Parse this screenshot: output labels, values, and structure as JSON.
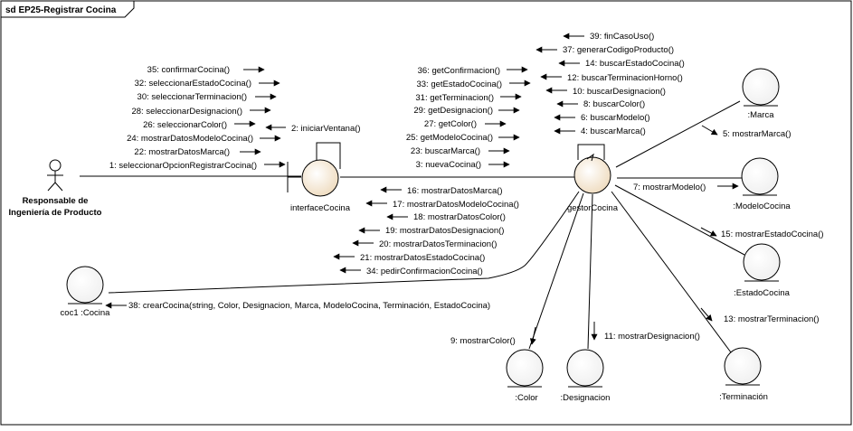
{
  "frame": {
    "title": "sd EP25-Registrar Cocina"
  },
  "actor": {
    "line1": "Responsable de",
    "line2": "Ingeniería de Producto"
  },
  "objects": {
    "interface": "interfaceCocina",
    "gestor": "gestorCocina",
    "coc1": "coc1 :Cocina",
    "marca": ":Marca",
    "modelo": ":ModeloCocina",
    "estado": ":EstadoCocina",
    "terminacion": ":Terminación",
    "designacion": ":Designacion",
    "color": ":Color"
  },
  "messages": {
    "m1": "1: seleccionarOpcionRegistrarCocina()",
    "m2": "2: iniciarVentana()",
    "m3": "3: nuevaCocina()",
    "m4": "4: buscarMarca()",
    "m5": "5: mostrarMarca()",
    "m6": "6: buscarModelo()",
    "m7": "7: mostrarModelo()",
    "m8": "8: buscarColor()",
    "m9": "9: mostrarColor()",
    "m10": "10: buscarDesignacion()",
    "m11": "11: mostrarDesignacion()",
    "m12": "12: buscarTerminacionHorno()",
    "m13": "13: mostrarTerminacion()",
    "m14": "14: buscarEstadoCocina()",
    "m15": "15: mostrarEstadoCocina()",
    "m16": "16: mostrarDatosMarca()",
    "m17": "17: mostrarDatosModeloCocina()",
    "m18": "18: mostrarDatosColor()",
    "m19": "19: mostrarDatosDesignacion()",
    "m20": "20: mostrarDatosTerminacion()",
    "m21": "21: mostrarDatosEstadoCocina()",
    "m22": "22: mostrarDatosMarca()",
    "m23": "23: buscarMarca()",
    "m24": "24: mostrarDatosModeloCocina()",
    "m25": "25: getModeloCocina()",
    "m26": "26: seleccionarColor()",
    "m27": "27: getColor()",
    "m28": "28: seleccionarDesignacion()",
    "m29": "29: getDesignacion()",
    "m30": "30: seleccionarTerminacion()",
    "m31": "31: getTerminacion()",
    "m32": "32: seleccionarEstadoCocina()",
    "m33": "33: getEstadoCocina()",
    "m34": "34: pedirConfirmacionCocina()",
    "m35": "35: confirmarCocina()",
    "m36": "36: getConfirmacion()",
    "m37": "37: generarCodigoProducto()",
    "m38": "38: crearCocina(string, Color, Designacion, Marca, ModeloCocina, Terminación, EstadoCocina)",
    "m39": "39: finCasoUso()"
  }
}
